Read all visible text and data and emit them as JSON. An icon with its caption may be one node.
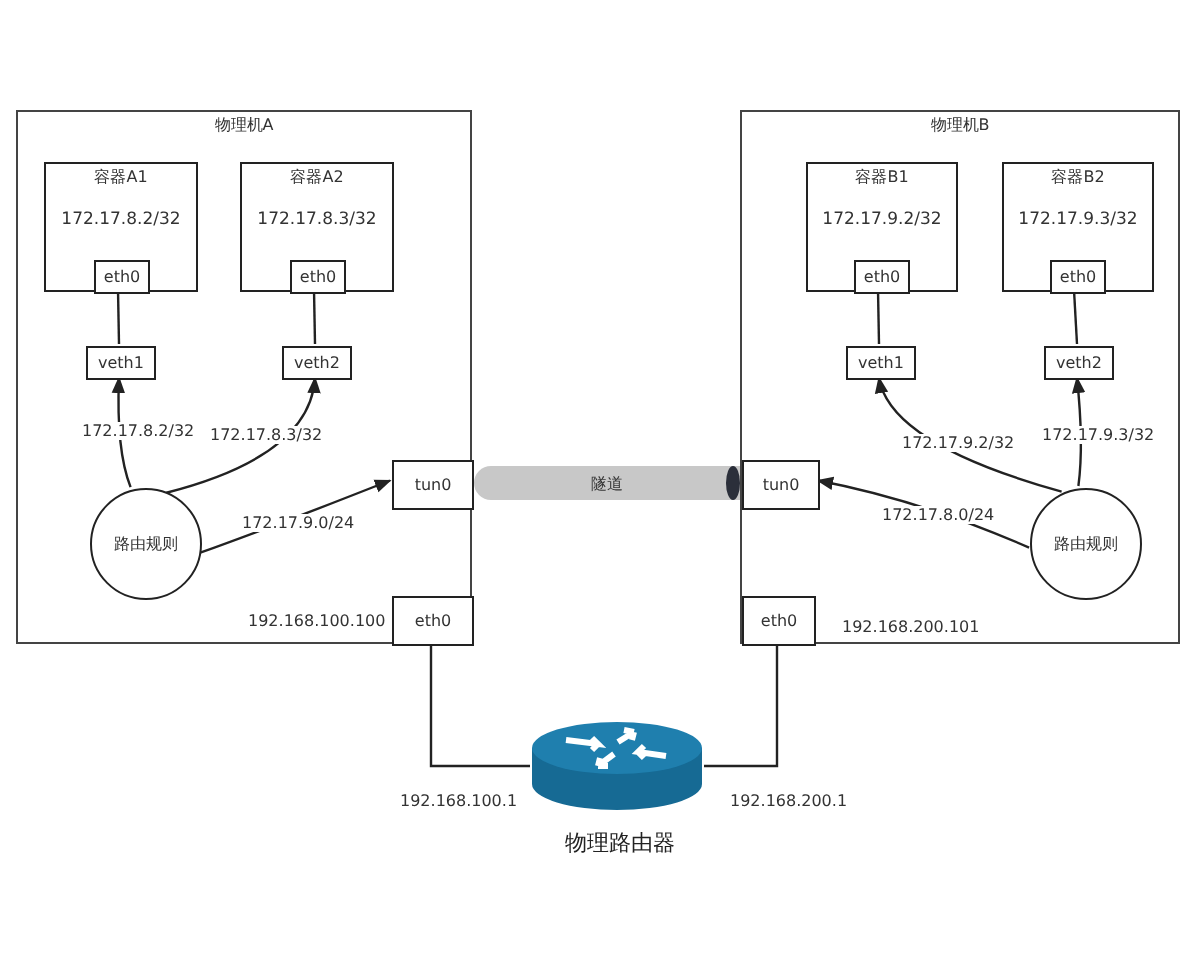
{
  "diagram": {
    "nodes": [
      {
        "text": [
          "物理机A"
        ]
      },
      {
        "text": [
          "容器A1",
          "172.17.8.2/32"
        ],
        "in": 0
      },
      {
        "text": [
          "eth0"
        ],
        "in": 1
      },
      {
        "text": [
          "容器A2",
          "172.17.8.3/32"
        ],
        "in": 0
      },
      {
        "text": [
          "eth0"
        ],
        "in": 3
      },
      {
        "text": [
          "veth1"
        ],
        "in": 0
      },
      {
        "text": [
          "veth2"
        ],
        "in": 0
      },
      {
        "text": [
          "路由规则"
        ],
        "in": 0
      },
      {
        "text": [
          "tun0"
        ],
        "in": 0
      },
      {
        "text": [
          "eth0"
        ],
        "in": 0,
        "beside": [
          "192.168.100.100"
        ]
      },
      {
        "text": [
          "物理机B"
        ]
      },
      {
        "text": [
          "容器B1",
          "172.17.9.2/32"
        ],
        "in": 10
      },
      {
        "text": [
          "eth0"
        ],
        "in": 11
      },
      {
        "text": [
          "容器B2",
          "172.17.9.3/32"
        ],
        "in": 10
      },
      {
        "text": [
          "eth0"
        ],
        "in": 13
      },
      {
        "text": [
          "veth1"
        ],
        "in": 10
      },
      {
        "text": [
          "veth2"
        ],
        "in": 10
      },
      {
        "text": [
          "路由规则"
        ],
        "in": 10
      },
      {
        "text": [
          "tun0"
        ],
        "in": 10
      },
      {
        "text": [
          "eth0"
        ],
        "in": 10,
        "beside": [
          "192.168.200.101"
        ]
      },
      {
        "text": [
          "隧道"
        ]
      },
      {
        "text": [],
        "shape": "picture",
        "beside": [
          "物理路由器"
        ]
      }
    ],
    "edges": [
      {
        "from": 2,
        "to": 5,
        "arrow": "none"
      },
      {
        "from": 4,
        "to": 6,
        "arrow": "none"
      },
      {
        "from": 7,
        "to": 5,
        "arrow": "to",
        "label": "172.17.8.2/32"
      },
      {
        "from": 7,
        "to": 6,
        "arrow": "to",
        "label": "172.17.8.3/32"
      },
      {
        "from": 7,
        "to": 8,
        "arrow": "to",
        "label": "172.17.9.0/24"
      },
      {
        "from": 12,
        "to": 15,
        "arrow": "none"
      },
      {
        "from": 14,
        "to": 16,
        "arrow": "none"
      },
      {
        "from": 17,
        "to": 15,
        "arrow": "to",
        "label": "172.17.9.2/32"
      },
      {
        "from": 17,
        "to": 16,
        "arrow": "to",
        "label": "172.17.9.3/32"
      },
      {
        "from": 17,
        "to": 18,
        "arrow": "to",
        "label": "172.17.8.0/24"
      },
      {
        "from": 9,
        "to": 21,
        "arrow": "none",
        "label": "192.168.100.1"
      },
      {
        "from": 19,
        "to": 21,
        "arrow": "none",
        "label": "192.168.200.1"
      }
    ]
  }
}
